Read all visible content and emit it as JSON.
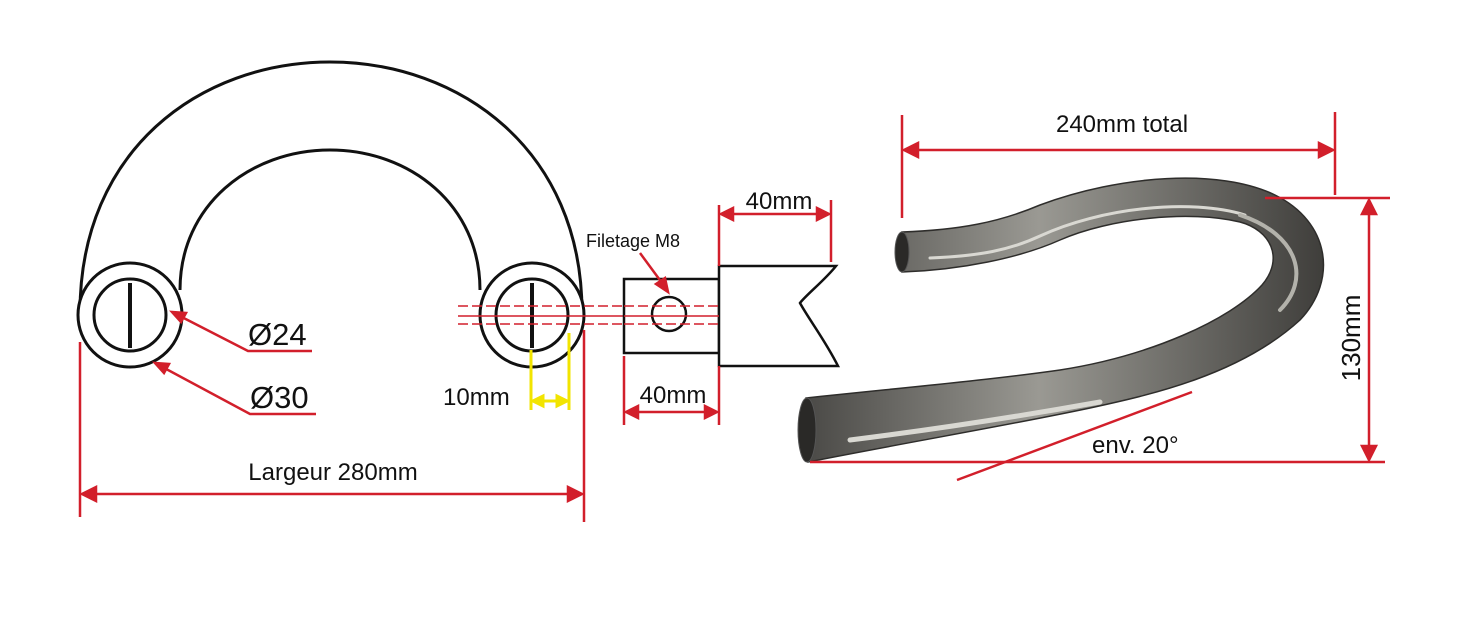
{
  "colors": {
    "outline": "#111111",
    "dimension": "#d21f2b",
    "highlight": "#f2e400",
    "metal_dark": "#3f3f3c",
    "metal_mid": "#7b7a74",
    "metal_light": "#c9c8c1"
  },
  "labels": {
    "d_inner": "Ø24",
    "d_outer": "Ø30",
    "offset": "10mm",
    "width_total": "Largeur 280mm",
    "thread": "Filetage M8",
    "insert_length": "40mm",
    "tube_end": "40mm",
    "length_total": "240mm total",
    "height": "130mm",
    "angle": "env. 20°"
  }
}
